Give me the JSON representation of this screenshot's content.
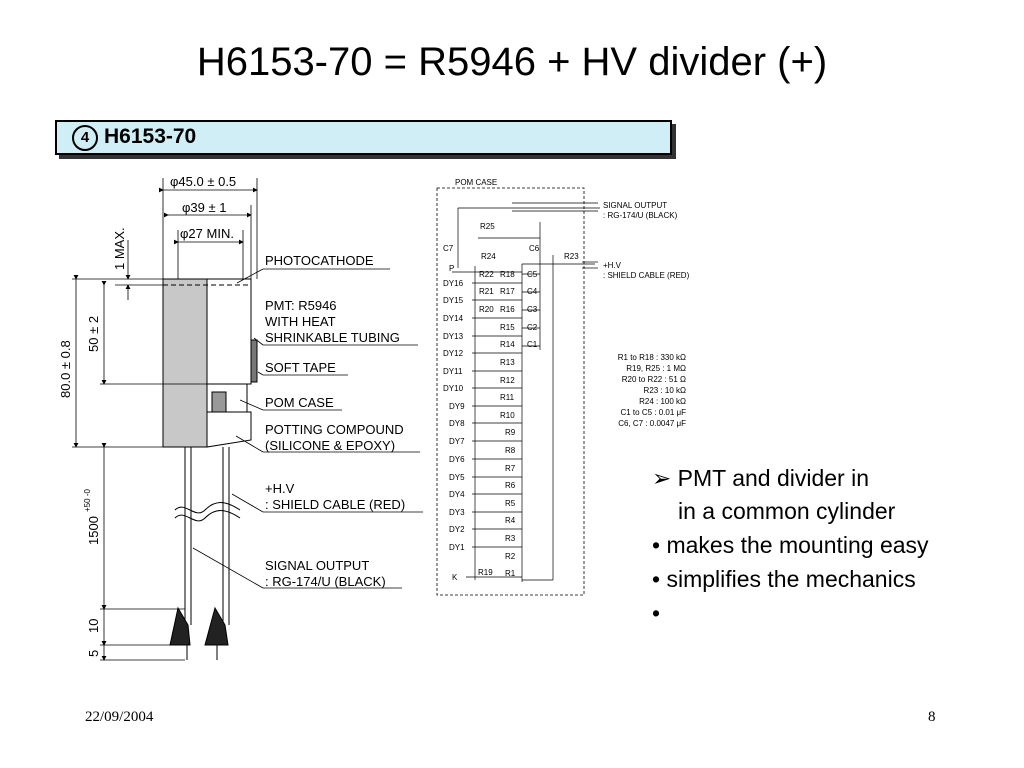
{
  "slide": {
    "title": "H6153-70 = R5946 + HV divider (+)",
    "box_number": "4",
    "box_title": "H6153-70",
    "date": "22/09/2004",
    "page": "8"
  },
  "bullets": [
    {
      "marker": "➢",
      "text": "PMT and divider in"
    },
    {
      "marker": "",
      "text": "in a common cylinder"
    },
    {
      "marker": "•",
      "text": "makes the mounting easy"
    },
    {
      "marker": "•",
      "text": "simplifies the mechanics"
    },
    {
      "marker": "•",
      "text": ""
    }
  ],
  "drawing": {
    "dims": {
      "d45": "φ45.0 ± 0.5",
      "d39": "φ39 ± 1",
      "d27": "φ27 MIN.",
      "max1": "1 MAX.",
      "l80": "80.0 ± 0.8",
      "l50": "50 ± 2",
      "l1500": "1500",
      "l1500_tol": "+50 -0",
      "l10": "10",
      "l5": "5"
    },
    "labels": {
      "photocathode": "PHOTOCATHODE",
      "pmt1": "PMT: R5946",
      "pmt2": "WITH HEAT",
      "pmt3": "SHRINKABLE TUBING",
      "soft_tape": "SOFT TAPE",
      "pom_case": "POM CASE",
      "potting1": "POTTING COMPOUND",
      "potting2": "(SILICONE & EPOXY)",
      "hv1": "+H.V",
      "hv2": ": SHIELD CABLE (RED)",
      "sig1": "SIGNAL OUTPUT",
      "sig2": ": RG-174/U (BLACK)"
    }
  },
  "circuit": {
    "pom_case": "POM CASE",
    "sig1": "SIGNAL OUTPUT",
    "sig2": ": RG-174/U (BLACK)",
    "hv1": "+H.V",
    "hv2": ": SHIELD CABLE (RED)",
    "P": "P",
    "K": "K",
    "R25": "R25",
    "R24": "R24",
    "R23": "R23",
    "R22": "R22",
    "R21": "R21",
    "R20": "R20",
    "R19": "R19",
    "R18": "R18",
    "R17": "R17",
    "R16": "R16",
    "R15": "R15",
    "R14": "R14",
    "R13": "R13",
    "R12": "R12",
    "R11": "R11",
    "R10": "R10",
    "R9": "R9",
    "R8": "R8",
    "R7": "R7",
    "R6": "R6",
    "R5": "R5",
    "R4": "R4",
    "R3": "R3",
    "R2": "R2",
    "R1": "R1",
    "C1": "C1",
    "C2": "C2",
    "C3": "C3",
    "C4": "C4",
    "C5": "C5",
    "C6": "C6",
    "C7": "C7",
    "DY16": "DY16",
    "DY15": "DY15",
    "DY14": "DY14",
    "DY13": "DY13",
    "DY12": "DY12",
    "DY11": "DY11",
    "DY10": "DY10",
    "DY9": "DY9",
    "DY8": "DY8",
    "DY7": "DY7",
    "DY6": "DY6",
    "DY5": "DY5",
    "DY4": "DY4",
    "DY3": "DY3",
    "DY2": "DY2",
    "DY1": "DY1",
    "values": [
      "R1 to R18 : 330 kΩ",
      "R19, R25 : 1 MΩ",
      "R20 to R22 : 51 Ω",
      "R23 : 10 kΩ",
      "R24 : 100 kΩ",
      "C1 to C5 : 0.01 μF",
      "C6, C7 : 0.0047 μF"
    ]
  }
}
